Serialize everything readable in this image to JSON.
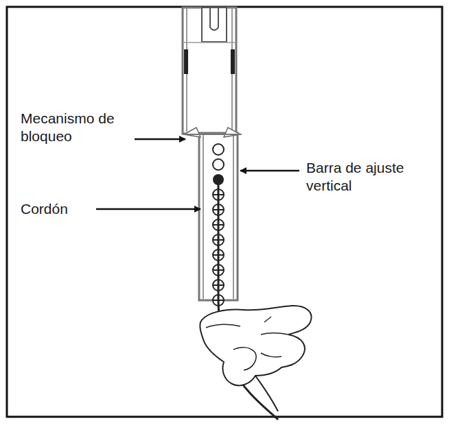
{
  "diagram": {
    "labels": [
      "Mecanismo de bloqueo",
      "Barra de ajuste vertical",
      "Cordón"
    ]
  }
}
